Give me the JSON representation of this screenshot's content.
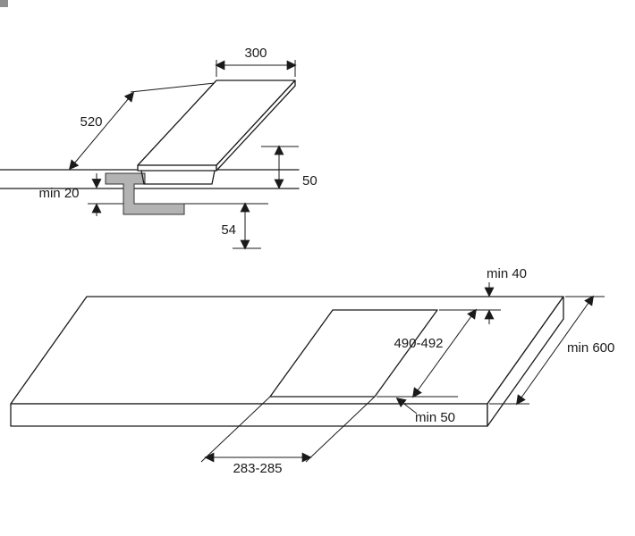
{
  "diagram": {
    "hob": {
      "width": "300",
      "depth": "520",
      "clamp_clearance": "min 20",
      "height": "50",
      "build_in_depth": "54"
    },
    "worktop": {
      "rear_distance": "min 40",
      "cutout_depth": "490-492",
      "depth": "min 600",
      "front_distance": "min 50",
      "cutout_width": "283-285"
    }
  },
  "colors": {
    "line": "#1a1a1a",
    "bracket_fill": "#b3b3b3",
    "background": "#ffffff"
  }
}
